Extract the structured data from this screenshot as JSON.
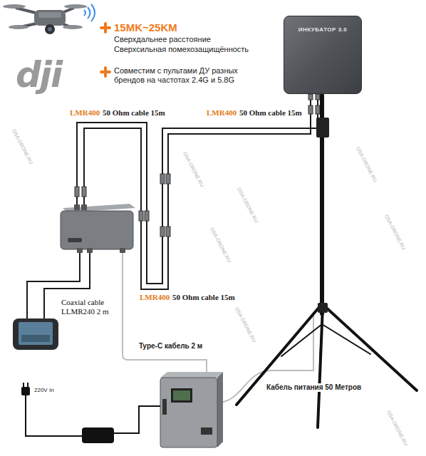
{
  "diagram": {
    "nodes": [
      {
        "text": [
          "ИНКУБАТОР 3.0"
        ]
      }
    ],
    "labels": [
      "15MK~25KM",
      "Сверхдальнее расстояние",
      "Сверхсильная помехозащищённость",
      "dji",
      "Совместим с пультами ДУ разных брендов на частотах 2.4G и 5.8G",
      "LMR400",
      "50 Ohm cable 15m",
      "LMR400",
      "50 Ohm cable 15m",
      "LMR400",
      "50 Ohm cable 15m",
      "Coaxial cable LLMR240 2 m",
      "Type-C кабель 2 м",
      "Кабель питания 50 Метров",
      "220V In",
      "OSA-DRONE.RU",
      "OSA-DRONE.RU",
      "OSA-DRONE.RU",
      "OSA-DRONE.RU",
      "OSA-DRONE.RU",
      "OSA-DRONE.RU",
      "OSA-DRONE.RU",
      "OSA-DRONE.RU"
    ]
  }
}
